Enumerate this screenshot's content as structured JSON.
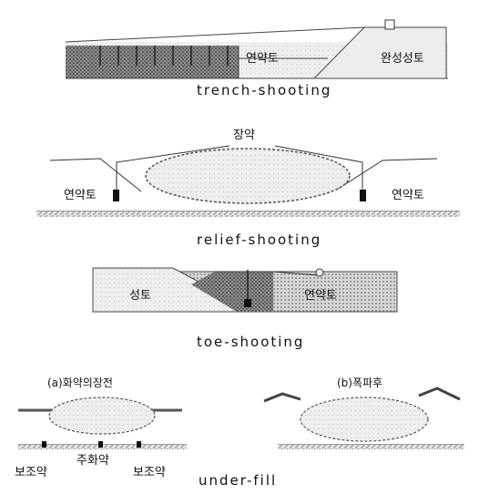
{
  "panels": {
    "trench": {
      "caption": "trench-shooting",
      "soft_soil": "연약토",
      "fill_done": "완성성토"
    },
    "relief": {
      "caption": "relief-shooting",
      "charge": "장약",
      "soft_soil_left": "연약토",
      "soft_soil_right": "연약토"
    },
    "toe": {
      "caption": "toe-shooting",
      "fill": "성토",
      "soft_soil": "연약토"
    },
    "under": {
      "caption": "under-fill",
      "before_title": "(a)화약의장전",
      "after_title": "(b)폭파후",
      "aux_left": "보조약",
      "main": "주화약",
      "aux_right": "보조약"
    }
  },
  "colors": {
    "line": "#333333",
    "soft_soil_fill": "#bdbdbd",
    "dense_hatch": "#7a7a7a",
    "charge": "#111111"
  }
}
